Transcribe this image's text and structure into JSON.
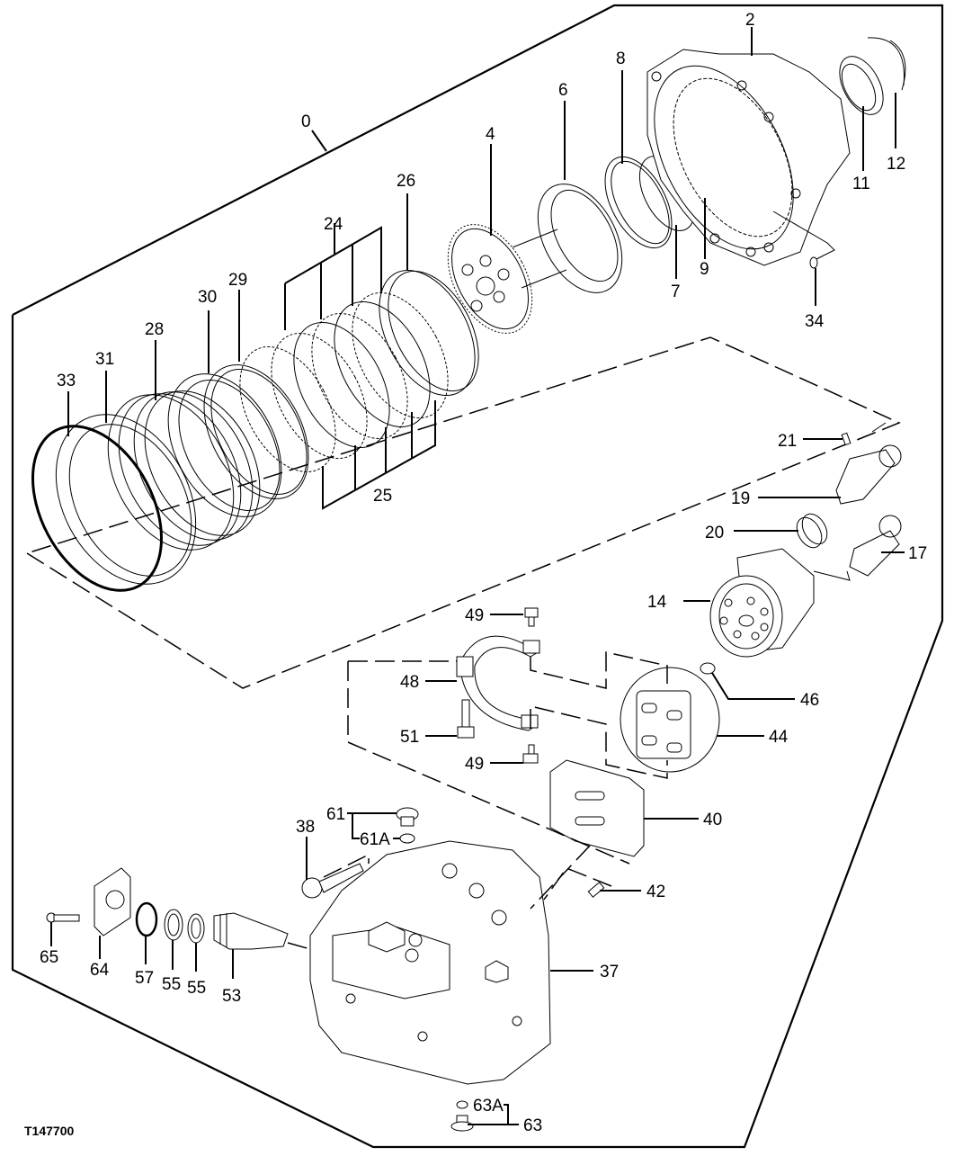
{
  "figure": {
    "id": "T147700",
    "type": "exploded-parts-view",
    "callouts": {
      "c0": "0",
      "c2": "2",
      "c4": "4",
      "c6": "6",
      "c7": "7",
      "c8": "8",
      "c9": "9",
      "c11": "11",
      "c12": "12",
      "c14": "14",
      "c17": "17",
      "c19": "19",
      "c20": "20",
      "c21": "21",
      "c24": "24",
      "c25": "25",
      "c26": "26",
      "c28": "28",
      "c29": "29",
      "c30": "30",
      "c31": "31",
      "c33": "33",
      "c34": "34",
      "c37": "37",
      "c38": "38",
      "c40": "40",
      "c42": "42",
      "c44": "44",
      "c46": "46",
      "c48": "48",
      "c49a": "49",
      "c49b": "49",
      "c51": "51",
      "c53": "53",
      "c55a": "55",
      "c55b": "55",
      "c57": "57",
      "c61": "61",
      "c61A": "61A",
      "c63": "63",
      "c63A": "63A",
      "c64": "64",
      "c65": "65"
    }
  }
}
